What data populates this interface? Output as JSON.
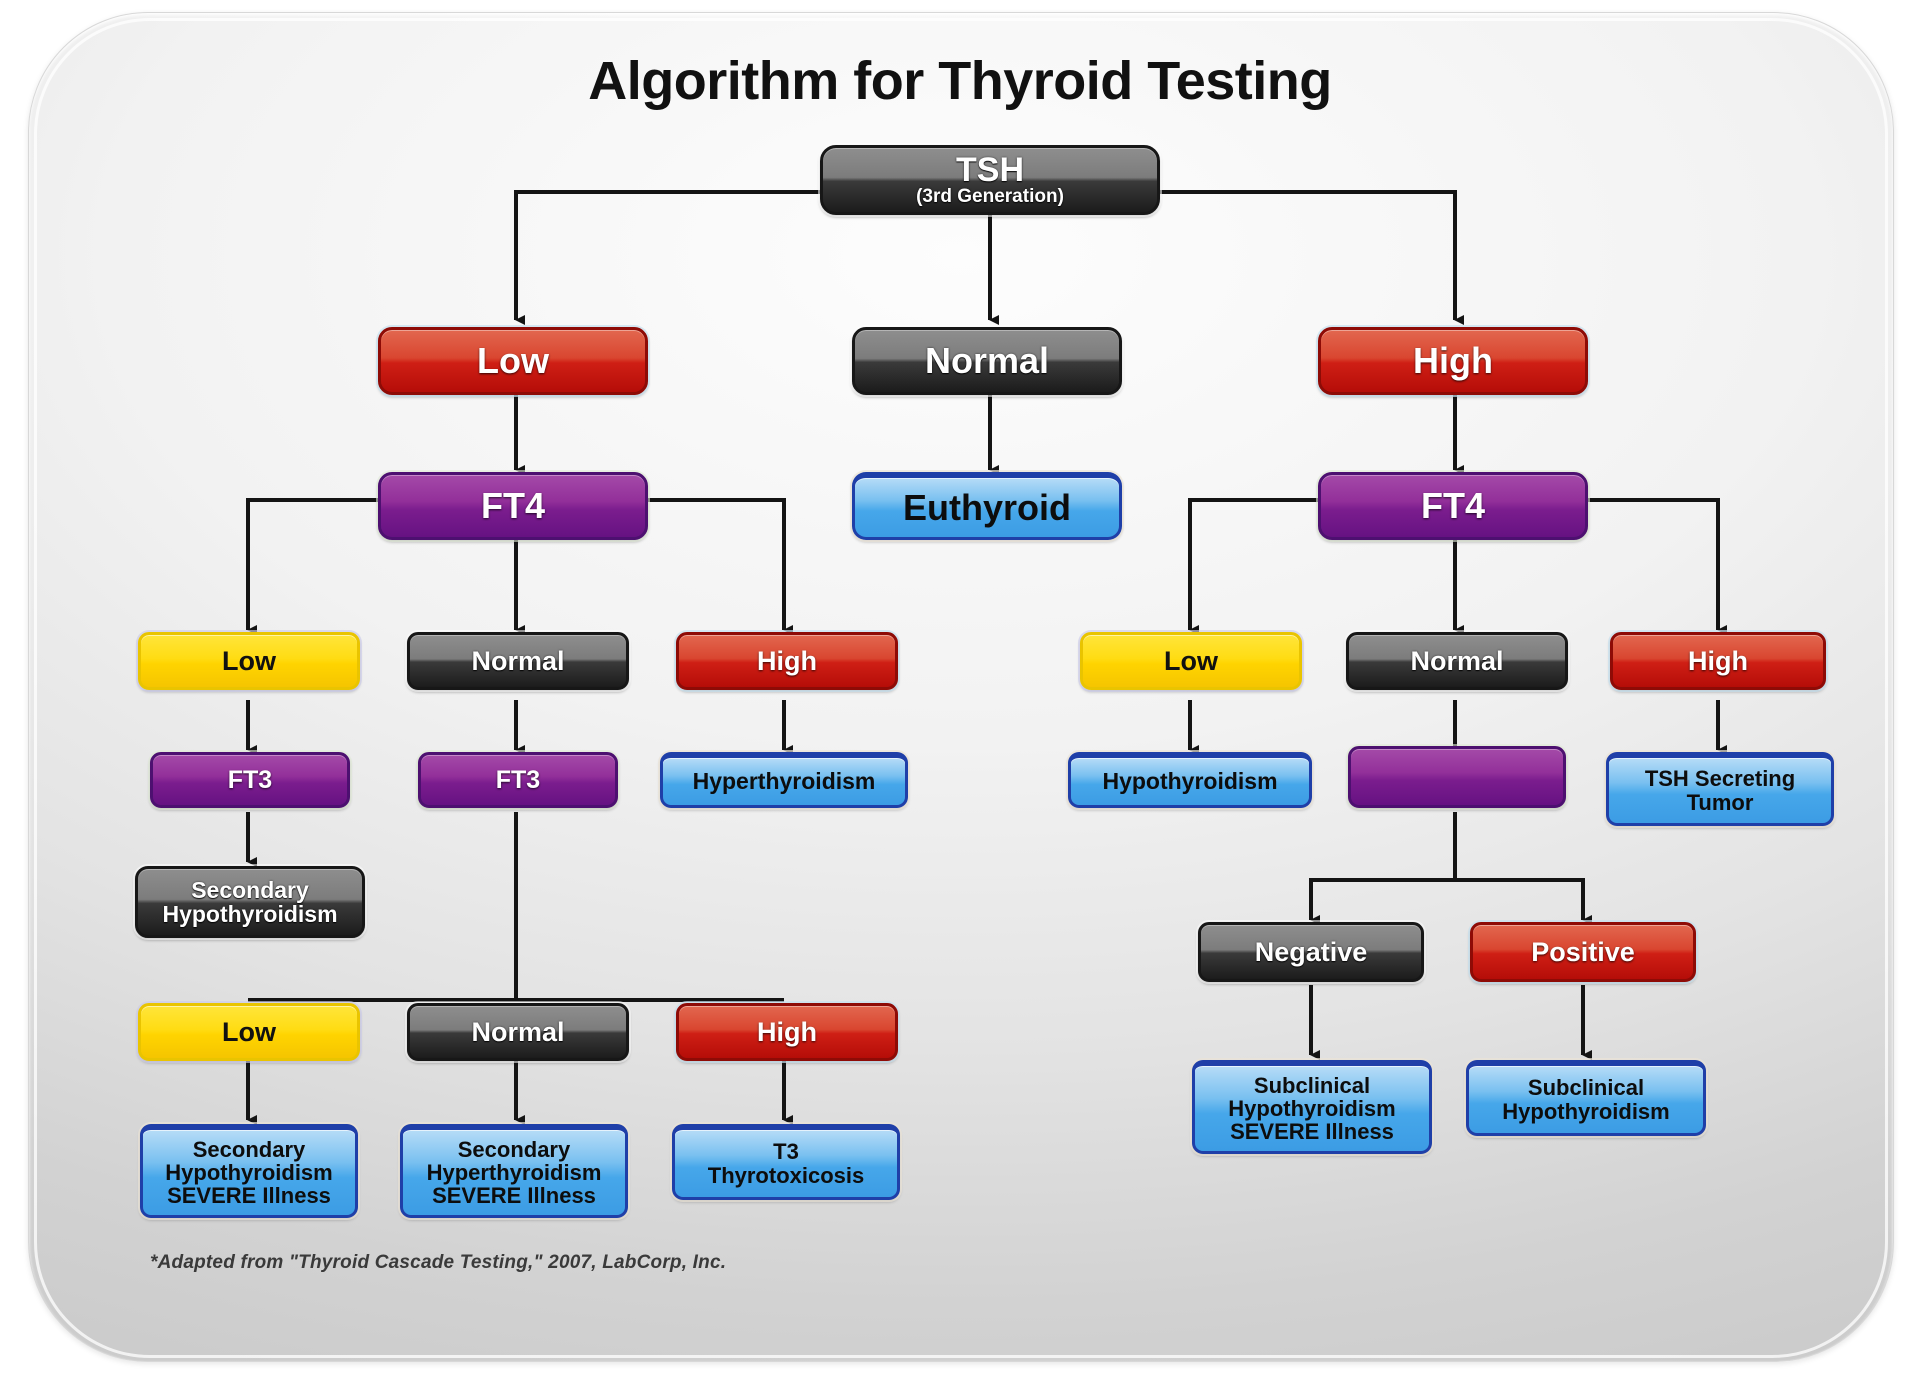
{
  "title": "Algorithm for Thyroid Testing",
  "footnote": "*Adapted from \"Thyroid Cascade Testing,\" 2007, LabCorp, Inc.",
  "colors": {
    "red": "#cf1f15",
    "yellow": "#ffd400",
    "purple": "#7b1d8e",
    "blue": "#46a7ea",
    "dark": "#2b2b2b",
    "panel_background": "#e3e3e3"
  },
  "nodes": {
    "tsh": {
      "label": "TSH",
      "sublabel": "(3rd Generation)"
    },
    "tsh_low": {
      "label": "Low"
    },
    "tsh_normal": {
      "label": "Normal"
    },
    "tsh_high": {
      "label": "High"
    },
    "euthyroid": {
      "label": "Euthyroid"
    },
    "ft4_left": {
      "label": "FT4"
    },
    "ft4_right": {
      "label": "FT4"
    },
    "left_ft4_low": {
      "label": "Low"
    },
    "left_ft4_normal": {
      "label": "Normal"
    },
    "left_ft4_high": {
      "label": "High"
    },
    "left_ft3_a": {
      "label": "FT3"
    },
    "left_ft3_b": {
      "label": "FT3"
    },
    "hyperthyroidism": {
      "label": "Hyperthyroidism"
    },
    "secondary_hypothyroidism": {
      "label": "Secondary\nHypothyroidism"
    },
    "left_ft3_low": {
      "label": "Low"
    },
    "left_ft3_normal": {
      "label": "Normal"
    },
    "left_ft3_high": {
      "label": "High"
    },
    "secondary_hypo_severe": {
      "label": "Secondary\nHypothyroidism\nSEVERE Illness"
    },
    "secondary_hyper_severe": {
      "label": "Secondary\nHyperthyroidism\nSEVERE Illness"
    },
    "t3_thyrotoxicosis": {
      "label": "T3\nThyrotoxicosis"
    },
    "right_ft4_low": {
      "label": "Low"
    },
    "right_ft4_normal": {
      "label": "Normal"
    },
    "right_ft4_high": {
      "label": "High"
    },
    "hypothyroidism": {
      "label": "Hypothyroidism"
    },
    "right_unlabeled_purple": {
      "label": ""
    },
    "tsh_secreting_tumor": {
      "label": "TSH Secreting\nTumor"
    },
    "negative": {
      "label": "Negative"
    },
    "positive": {
      "label": "Positive"
    },
    "subclinical_hypo_severe": {
      "label": "Subclinical\nHypothyroidism\nSEVERE Illness"
    },
    "subclinical_hypo": {
      "label": "Subclinical\nHypothyroidism"
    }
  }
}
